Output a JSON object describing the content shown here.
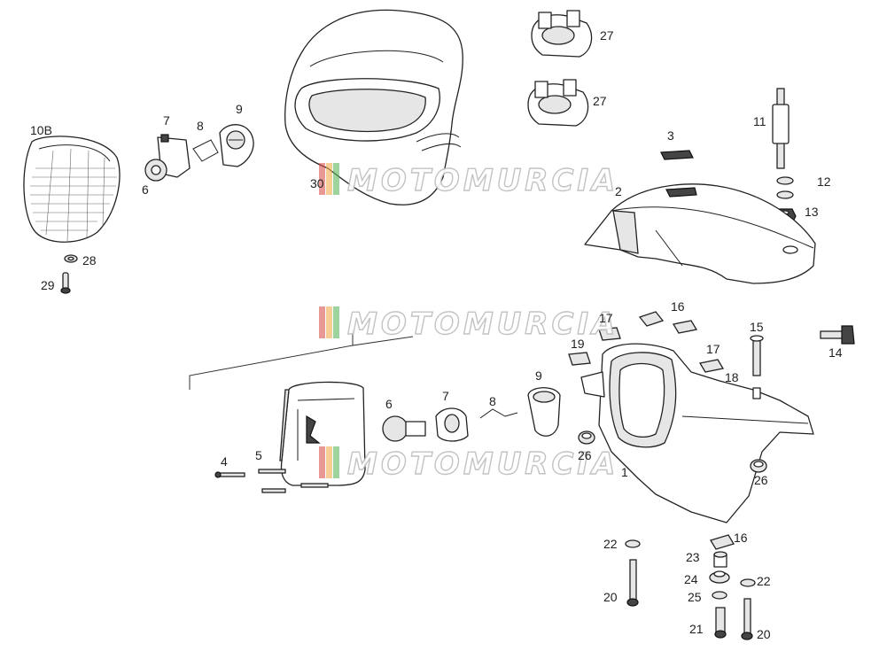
{
  "diagram": {
    "callouts": [
      {
        "id": "c-10b",
        "label": "10B"
      },
      {
        "id": "c-7a",
        "label": "7"
      },
      {
        "id": "c-8a",
        "label": "8"
      },
      {
        "id": "c-9a",
        "label": "9"
      },
      {
        "id": "c-6a",
        "label": "6"
      },
      {
        "id": "c-28",
        "label": "28"
      },
      {
        "id": "c-29",
        "label": "29"
      },
      {
        "id": "c-30",
        "label": "30"
      },
      {
        "id": "c-27a",
        "label": "27"
      },
      {
        "id": "c-27b",
        "label": "27"
      },
      {
        "id": "c-3",
        "label": "3"
      },
      {
        "id": "c-11",
        "label": "11"
      },
      {
        "id": "c-2",
        "label": "2"
      },
      {
        "id": "c-12",
        "label": "12"
      },
      {
        "id": "c-13",
        "label": "13"
      },
      {
        "id": "c-17a",
        "label": "17"
      },
      {
        "id": "c-16a",
        "label": "16"
      },
      {
        "id": "c-15",
        "label": "15"
      },
      {
        "id": "c-19",
        "label": "19"
      },
      {
        "id": "c-17b",
        "label": "17"
      },
      {
        "id": "c-14",
        "label": "14"
      },
      {
        "id": "c-18",
        "label": "18"
      },
      {
        "id": "c-9b",
        "label": "9"
      },
      {
        "id": "c-7b",
        "label": "7"
      },
      {
        "id": "c-6b",
        "label": "6"
      },
      {
        "id": "c-8b",
        "label": "8"
      },
      {
        "id": "c-26a",
        "label": "26"
      },
      {
        "id": "c-1",
        "label": "1"
      },
      {
        "id": "c-26b",
        "label": "26"
      },
      {
        "id": "c-4",
        "label": "4"
      },
      {
        "id": "c-5",
        "label": "5"
      },
      {
        "id": "c-22a",
        "label": "22"
      },
      {
        "id": "c-16b",
        "label": "16"
      },
      {
        "id": "c-23",
        "label": "23"
      },
      {
        "id": "c-24",
        "label": "24"
      },
      {
        "id": "c-22b",
        "label": "22"
      },
      {
        "id": "c-20a",
        "label": "20"
      },
      {
        "id": "c-25",
        "label": "25"
      },
      {
        "id": "c-21",
        "label": "21"
      },
      {
        "id": "c-20b",
        "label": "20"
      }
    ]
  },
  "watermark": {
    "text": "MOTOMURCIA",
    "stripe_colors": [
      "#d9534f",
      "#f0ad4e",
      "#5cb85c",
      "#f7e27a"
    ]
  }
}
